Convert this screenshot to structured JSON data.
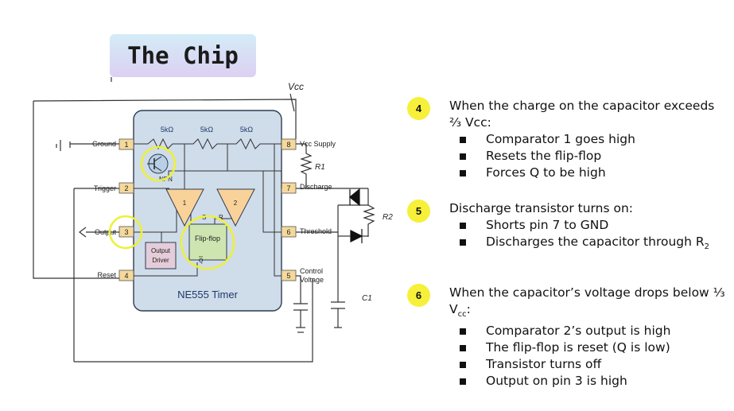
{
  "title": "The Chip",
  "chip": {
    "name": "NE555 Timer",
    "resistors": [
      "5kΩ",
      "5kΩ",
      "5kΩ"
    ],
    "pins_left": [
      {
        "num": "1",
        "label": "Ground"
      },
      {
        "num": "2",
        "label": "Trigger"
      },
      {
        "num": "3",
        "label": "Output"
      },
      {
        "num": "4",
        "label": "Reset"
      }
    ],
    "pins_right": [
      {
        "num": "8",
        "label": "Vcc Supply"
      },
      {
        "num": "7",
        "label": "Discharge"
      },
      {
        "num": "6",
        "label": "Threshold"
      },
      {
        "num": "5",
        "label": "Control",
        "label2": "Voltage"
      }
    ],
    "transistor_label": "NPN",
    "comparators": [
      "1",
      "2"
    ],
    "flipflop": {
      "label": "Flip-flop",
      "s": "S",
      "r": "R",
      "qbar": "Q"
    },
    "output_driver": [
      "Output",
      "Driver"
    ]
  },
  "handwritten": {
    "vcc": "Vcc",
    "r1": "R1",
    "r2": "R2",
    "c1": "C1"
  },
  "steps": [
    {
      "num": "4",
      "text": "When the charge on the capacitor exceeds ⅔ Vcc:",
      "bullets": [
        "Comparator 1 goes high",
        "Resets the flip-flop",
        "Forces Q to be high"
      ]
    },
    {
      "num": "5",
      "text": "Discharge transistor turns on:",
      "bullets": [
        "Shorts pin 7 to GND",
        "Discharges the capacitor through R"
      ],
      "bullet_sub": "2"
    },
    {
      "num": "6",
      "text_a": "When the capacitor’s voltage drops below ⅓ V",
      "text_sub": "cc",
      "text_b": ":",
      "bullets": [
        "Comparator 2’s output is high",
        "The flip-flop is reset (Q is low)",
        "Transistor turns off",
        "Output on pin 3 is high"
      ]
    }
  ],
  "colors": {
    "chip_fill": "#cfdcea",
    "pin_fill": "#f5d99c",
    "comparator_fill": "#f9d29a",
    "flipflop_fill": "#cfe5b1",
    "highlight": "#f6f03a"
  }
}
